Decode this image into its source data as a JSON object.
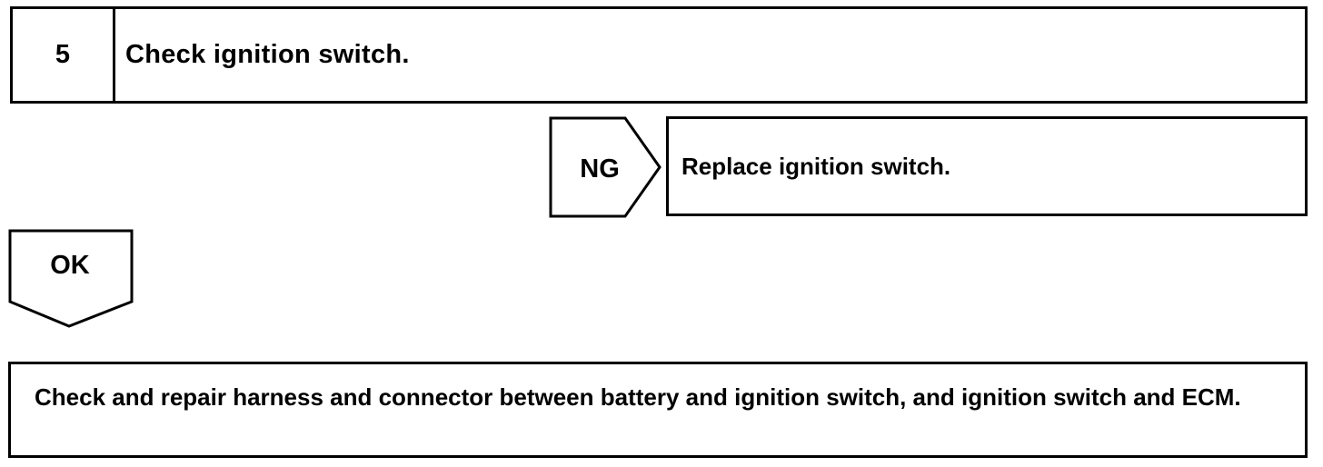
{
  "step": {
    "number": "5",
    "title": "Check ignition switch."
  },
  "ng_branch": {
    "label": "NG",
    "action": "Replace ignition switch."
  },
  "ok_branch": {
    "label": "OK"
  },
  "final_action": {
    "text": "Check and repair harness and connector between battery and ignition switch, and ignition switch and ECM."
  }
}
